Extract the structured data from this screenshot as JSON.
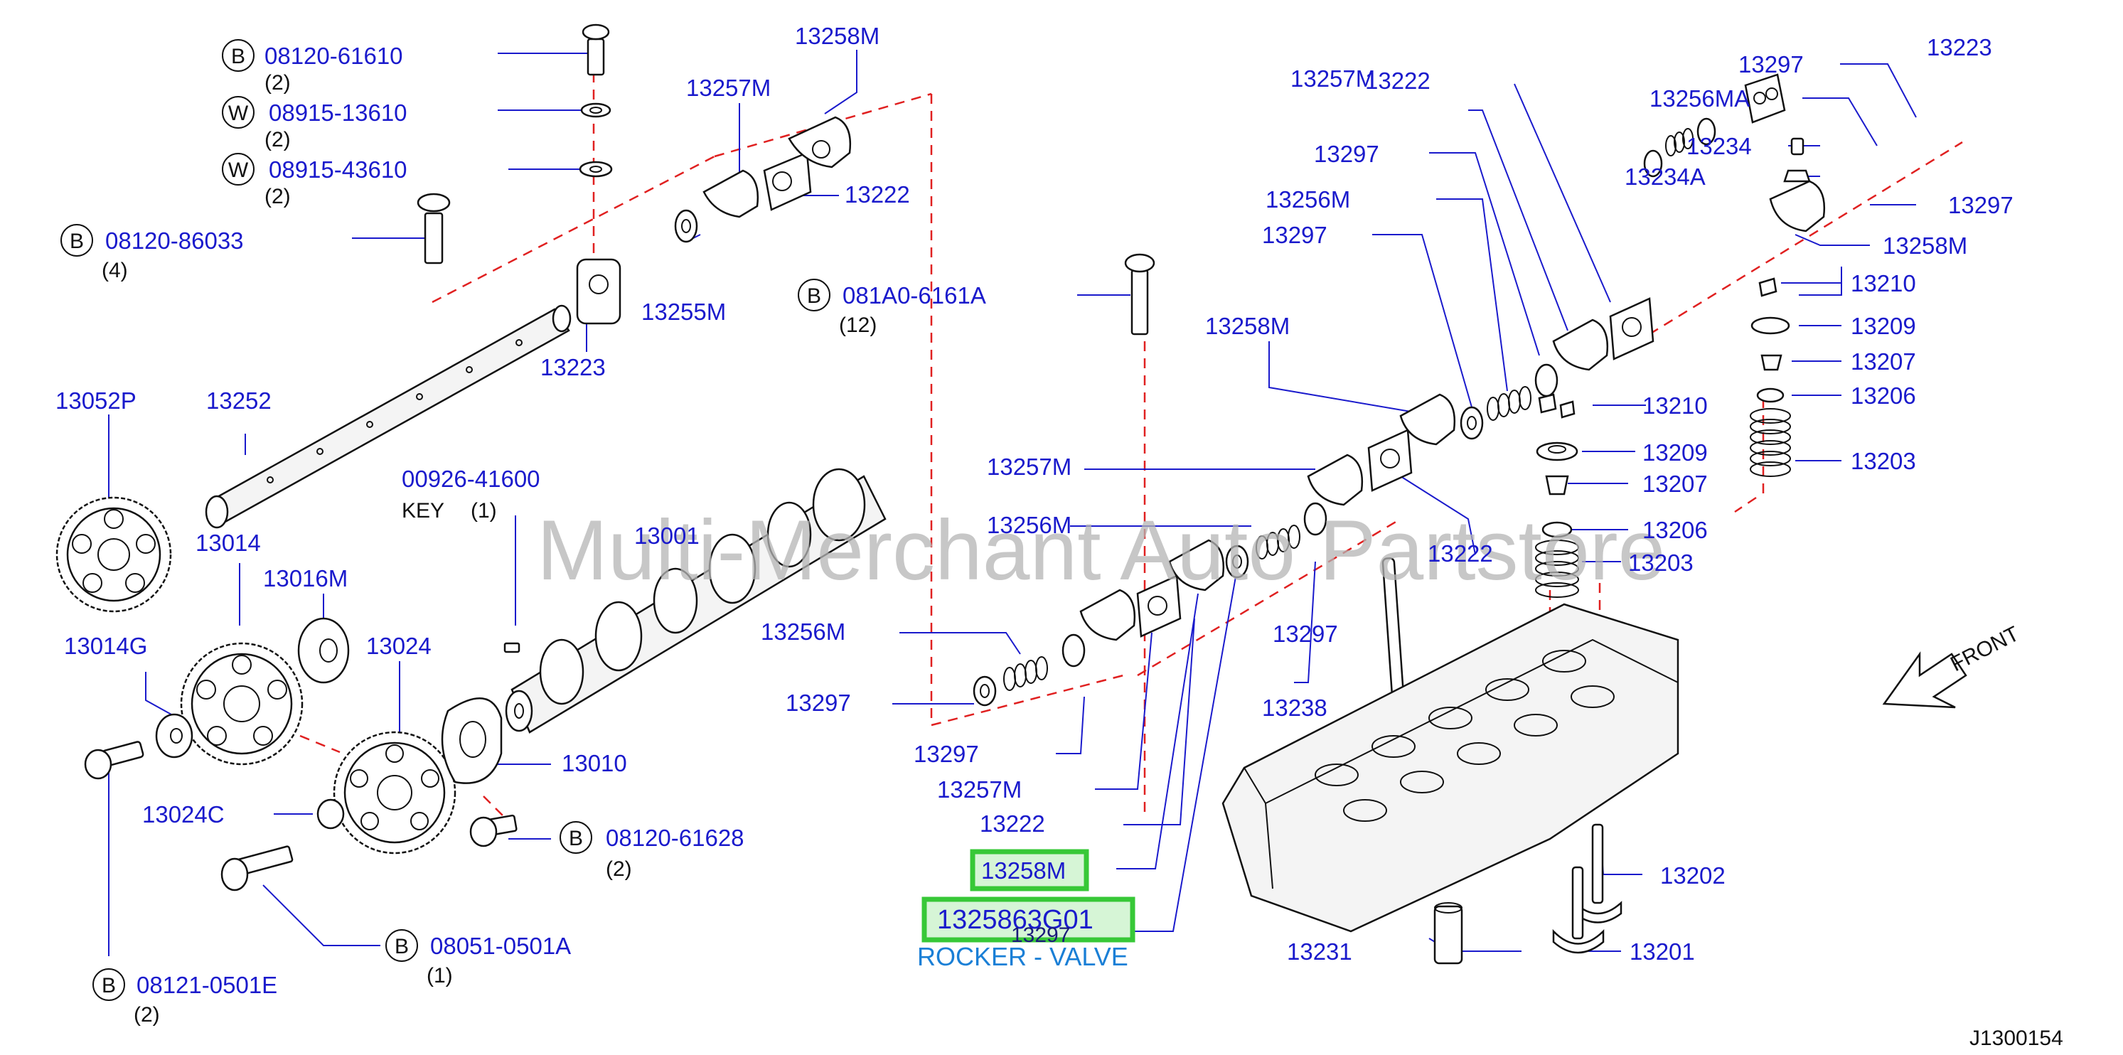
{
  "watermark": "Multi-Merchant Auto Partstore",
  "diagram_id": "J1300154",
  "front_label": "FRONT",
  "highlight": {
    "part": "13258M",
    "number": "1325863G01",
    "description": "ROCKER - VALVE",
    "overlap_text": "13297"
  },
  "key": {
    "part": "00926-41600",
    "name": "KEY",
    "qty": "(1)"
  },
  "bolts": [
    {
      "circle": "B",
      "part": "08120-61610",
      "qty": "(2)"
    },
    {
      "circle": "W",
      "part": "08915-13610",
      "qty": "(2)"
    },
    {
      "circle": "W",
      "part": "08915-43610",
      "qty": "(2)"
    },
    {
      "circle": "B",
      "part": "08120-86033",
      "qty": "(4)"
    },
    {
      "circle": "B",
      "part": "081A0-6161A",
      "qty": "(12)"
    },
    {
      "circle": "B",
      "part": "08120-61628",
      "qty": "(2)"
    },
    {
      "circle": "B",
      "part": "08051-0501A",
      "qty": "(1)"
    },
    {
      "circle": "B",
      "part": "08121-0501E",
      "qty": "(2)"
    }
  ],
  "parts": [
    "13258M",
    "13257M",
    "13222",
    "13255M",
    "13223",
    "13052P",
    "13252",
    "13014",
    "13016M",
    "13014G",
    "13024",
    "13001",
    "13010",
    "13024C",
    "13257M",
    "13256M",
    "13256M",
    "13297",
    "13297",
    "13257M",
    "13222",
    "13222",
    "13257M",
    "13297",
    "13256M",
    "13297",
    "13258M",
    "13222",
    "13297",
    "13210",
    "13209",
    "13207",
    "13206",
    "13203",
    "13238",
    "13202",
    "13231",
    "13201",
    "13297",
    "13223",
    "13256MA",
    "13234",
    "13234A",
    "13297",
    "13258M",
    "13210",
    "13209",
    "13207",
    "13206",
    "13203"
  ]
}
